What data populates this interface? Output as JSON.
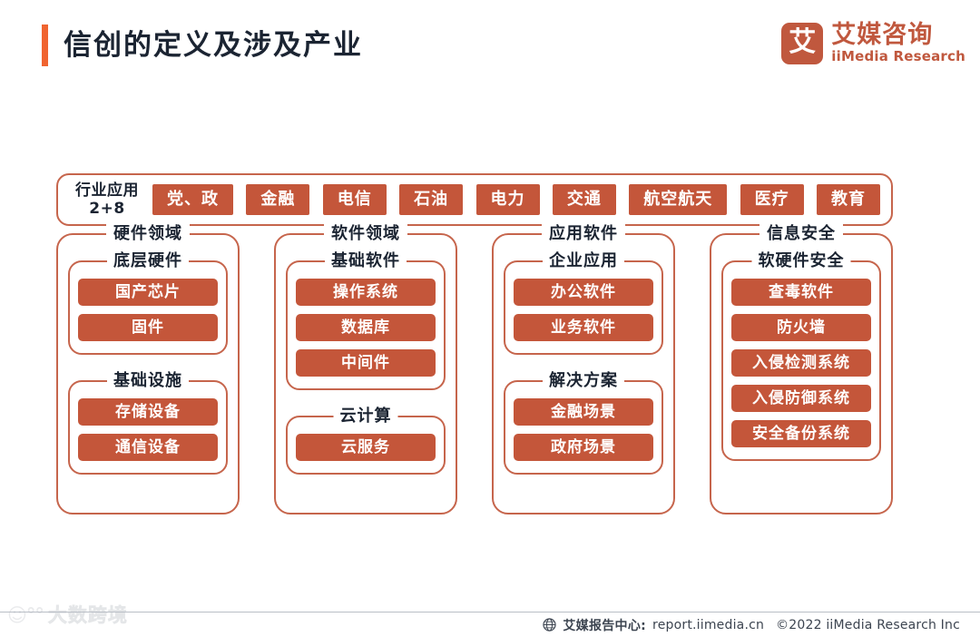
{
  "header": {
    "title": "信创的定义及涉及产业",
    "accent_color": "#F06430",
    "logo": {
      "mark": "艾",
      "name_cn": "艾媒咨询",
      "name_en": "iiMedia Research",
      "color": "#C0583E"
    }
  },
  "diagram": {
    "accent_fill": "#C4563A",
    "border_color": "#C6654C",
    "industry": {
      "label_line1": "行业应用",
      "label_line2": "2+8",
      "tags": [
        "党、政",
        "金融",
        "电信",
        "石油",
        "电力",
        "交通",
        "航空航天",
        "医疗",
        "教育"
      ]
    },
    "columns": [
      {
        "title": "硬件领域",
        "subgroups": [
          {
            "title": "底层硬件",
            "items": [
              "国产芯片",
              "固件"
            ]
          },
          {
            "title": "基础设施",
            "items": [
              "存储设备",
              "通信设备"
            ]
          }
        ]
      },
      {
        "title": "软件领域",
        "subgroups": [
          {
            "title": "基础软件",
            "items": [
              "操作系统",
              "数据库",
              "中间件"
            ]
          },
          {
            "title": "云计算",
            "items": [
              "云服务"
            ]
          }
        ]
      },
      {
        "title": "应用软件",
        "subgroups": [
          {
            "title": "企业应用",
            "items": [
              "办公软件",
              "业务软件"
            ]
          },
          {
            "title": "解决方案",
            "items": [
              "金融场景",
              "政府场景"
            ]
          }
        ]
      },
      {
        "title": "信息安全",
        "subgroups": [
          {
            "title": "软硬件安全",
            "items": [
              "查毒软件",
              "防火墙",
              "入侵检测系统",
              "入侵防御系统",
              "安全备份系统"
            ]
          }
        ]
      }
    ]
  },
  "footer": {
    "source_label": "艾媒报告中心:",
    "url": "report.iimedia.cn",
    "copyright": "©2022  iiMedia Research  Inc"
  },
  "watermark": {
    "text": "大数跨境"
  }
}
